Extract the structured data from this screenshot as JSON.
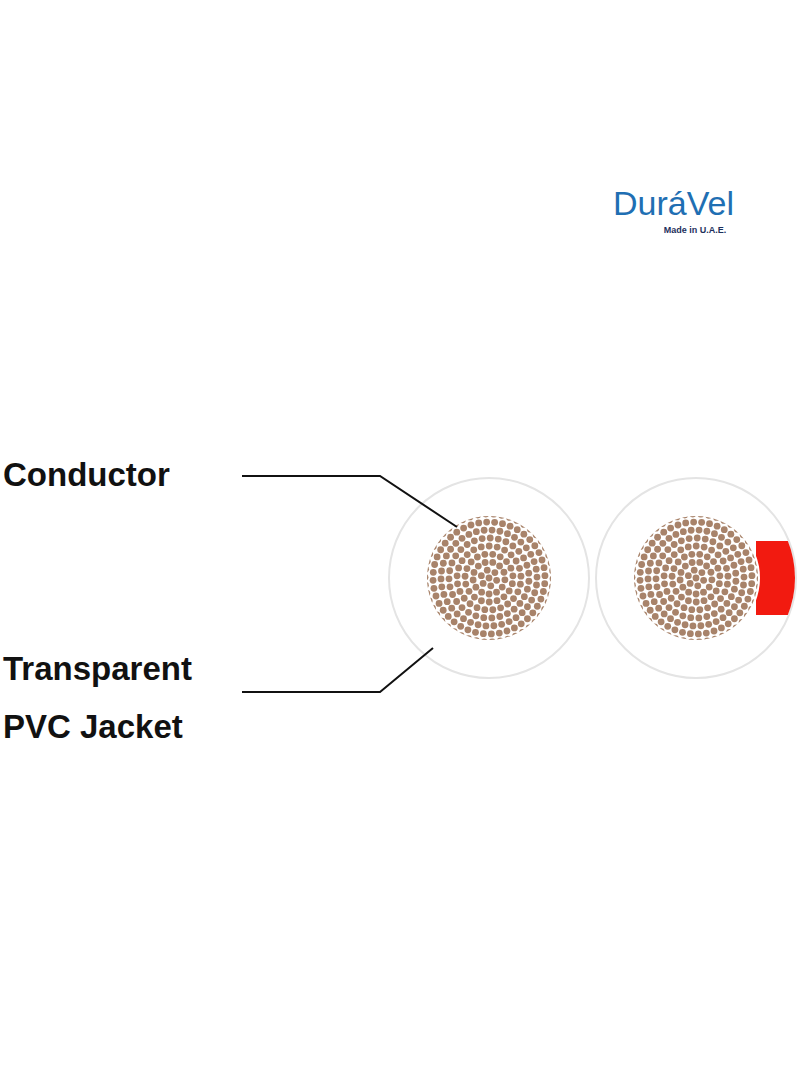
{
  "diagram": {
    "labels": [
      "DuráVel",
      "Made in U.A.E.",
      "Conductor",
      "Transparent PVC Jacket"
    ]
  }
}
